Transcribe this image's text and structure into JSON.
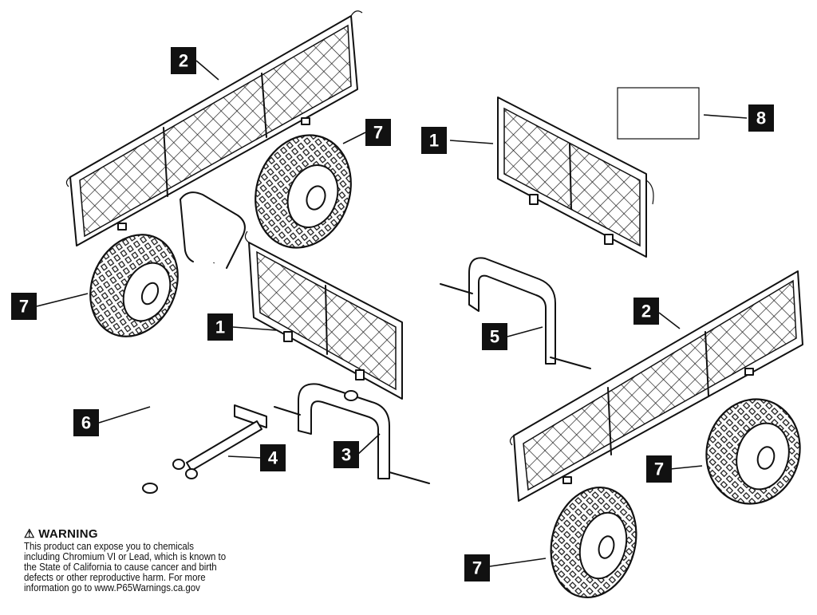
{
  "callouts": [
    {
      "id": "c2a",
      "label": "2"
    },
    {
      "id": "c7a",
      "label": "7"
    },
    {
      "id": "c1a",
      "label": "1"
    },
    {
      "id": "c8",
      "label": "8"
    },
    {
      "id": "c7b",
      "label": "7"
    },
    {
      "id": "c1b",
      "label": "1"
    },
    {
      "id": "c5",
      "label": "5"
    },
    {
      "id": "c2b",
      "label": "2"
    },
    {
      "id": "c6",
      "label": "6"
    },
    {
      "id": "c4",
      "label": "4"
    },
    {
      "id": "c3",
      "label": "3"
    },
    {
      "id": "c7c",
      "label": "7"
    },
    {
      "id": "c7d",
      "label": "7"
    }
  ],
  "warning": {
    "icon": "warning-triangle-icon",
    "title": "WARNING",
    "lines": [
      "This product can expose you to chemicals",
      "including Chromium VI or Lead, which is known to",
      "the State of California to cause cancer and birth",
      "defects or other reproductive harm.  For more",
      "information go to www.P65Warnings.ca.gov"
    ]
  }
}
